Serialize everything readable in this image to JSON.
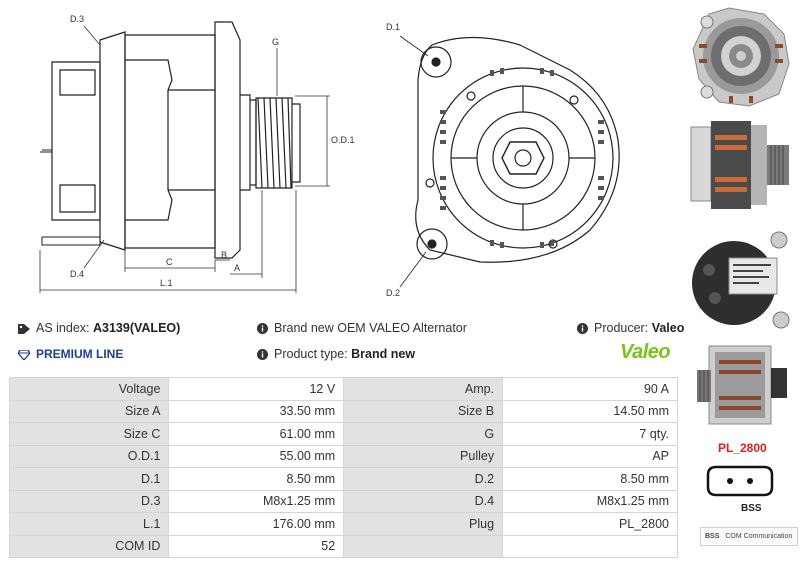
{
  "drawing": {
    "labels": {
      "d3": "D.3",
      "g": "G",
      "d1": "D.1",
      "od1": "O.D.1",
      "c": "C",
      "b": "B",
      "a": "A",
      "d4": "D.4",
      "l1": "L.1",
      "d2": "D.2"
    }
  },
  "info": {
    "as_index_label": "AS index:",
    "as_index_value": "A3139(VALEO)",
    "description": "Brand new OEM VALEO Alternator",
    "producer_label": "Producer:",
    "producer_value": "Valeo",
    "premium": "PREMIUM LINE",
    "product_type_label": "Product type:",
    "product_type_value": "Brand new",
    "logo": "Valeo"
  },
  "specs": [
    {
      "l1": "Voltage",
      "v1": "12 V",
      "l2": "Amp.",
      "v2": "90 A"
    },
    {
      "l1": "Size A",
      "v1": "33.50 mm",
      "l2": "Size B",
      "v2": "14.50 mm"
    },
    {
      "l1": "Size C",
      "v1": "61.00 mm",
      "l2": "G",
      "v2": "7 qty."
    },
    {
      "l1": "O.D.1",
      "v1": "55.00 mm",
      "l2": "Pulley",
      "v2": "AP"
    },
    {
      "l1": "D.1",
      "v1": "8.50 mm",
      "l2": "D.2",
      "v2": "8.50 mm"
    },
    {
      "l1": "D.3",
      "v1": "M8x1.25 mm",
      "l2": "D.4",
      "v2": "M8x1.25 mm"
    },
    {
      "l1": "L.1",
      "v1": "176.00 mm",
      "l2": "Plug",
      "v2": "PL_2800"
    },
    {
      "l1": "COM ID",
      "v1": "52",
      "l2": "",
      "v2": ""
    }
  ],
  "sidebar": {
    "plug_code": "PL_2800",
    "plug_type": "BSS",
    "brand_code": "BSS",
    "brand_text": "COM Communication"
  },
  "colors": {
    "premium_blue": "#1f3f8f",
    "valeo_green": "#7cc21c",
    "plug_red": "#e02020",
    "label_cell": "#e2e2e2"
  },
  "icons": [
    "tag-icon",
    "info-icon",
    "diamond-icon",
    "plug-connector-icon"
  ]
}
